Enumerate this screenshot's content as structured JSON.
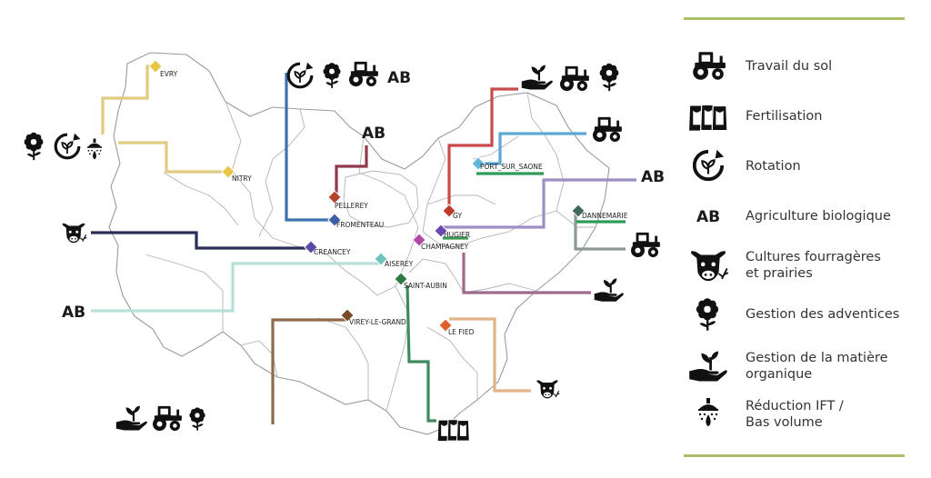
{
  "legend": {
    "items": [
      {
        "icon": "tractor-icon",
        "label": "Travail du sol"
      },
      {
        "icon": "fertilizer-bags-icon",
        "label": "Fertilisation"
      },
      {
        "icon": "rotation-icon",
        "label": "Rotation"
      },
      {
        "icon": "ab-icon",
        "icon_text": "AB",
        "label": "Agriculture biologique"
      },
      {
        "icon": "cow-icon",
        "label": "Cultures fourragères\net prairies"
      },
      {
        "icon": "flower-icon",
        "label": "Gestion des adventices"
      },
      {
        "icon": "hand-plant-icon",
        "label": "Gestion de la matière\norganique"
      },
      {
        "icon": "sprayer-icon",
        "label": "Réduction IFT /\nBas volume"
      }
    ],
    "accent_color": "#aebf6a"
  },
  "map": {
    "ab_text": "AB",
    "sites": [
      {
        "id": "evry",
        "label": "EVRY",
        "color": "#e8c545"
      },
      {
        "id": "nitry",
        "label": "NITRY",
        "color": "#e8c545"
      },
      {
        "id": "pellerey",
        "label": "PELLEREY",
        "color": "#b5442a"
      },
      {
        "id": "fromenteau",
        "label": "FROMENTEAU",
        "color": "#3a5ea8"
      },
      {
        "id": "creancey",
        "label": "CREANCEY",
        "color": "#5a4aa8"
      },
      {
        "id": "aiserey",
        "label": "AISEREY",
        "color": "#6fc3c0"
      },
      {
        "id": "saint-aubin",
        "label": "SAINT-AUBIN",
        "color": "#2d7a44"
      },
      {
        "id": "virey-le-grand",
        "label": "VIREY-LE-GRAND",
        "color": "#7a4a2a"
      },
      {
        "id": "le-fied",
        "label": "LE FIED",
        "color": "#e0602a"
      },
      {
        "id": "champagney",
        "label": "CHAMPAGNEY",
        "color": "#b04aa8"
      },
      {
        "id": "hugier",
        "label": "HUGIER",
        "color": "#6a4ab0"
      },
      {
        "id": "gy",
        "label": "GY",
        "color": "#c0392b"
      },
      {
        "id": "port-sur-saone",
        "label": "PORT_SUR_SAONE",
        "color": "#5fb8d8"
      },
      {
        "id": "dannemarie",
        "label": "DANNEMARIE",
        "color": "#3e6a58"
      }
    ]
  }
}
